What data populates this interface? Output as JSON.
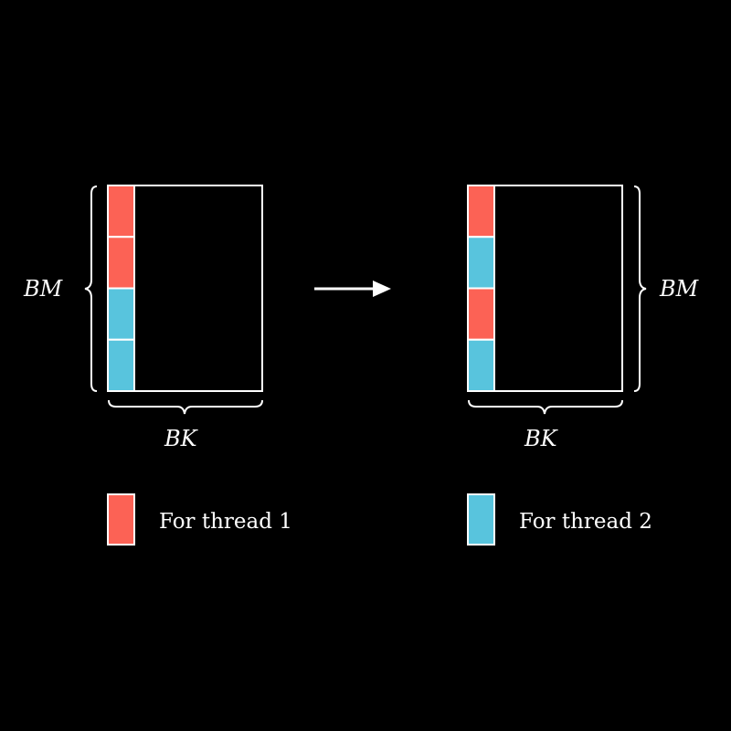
{
  "colors": {
    "thread1": "#FC6255",
    "thread2": "#58C4DD",
    "stroke": "#FFFFFF",
    "background": "#000000"
  },
  "left_block": {
    "row_label": "BM",
    "col_label": "BK",
    "cells": [
      "thread1",
      "thread1",
      "thread2",
      "thread2"
    ]
  },
  "right_block": {
    "row_label": "BM",
    "col_label": "BK",
    "cells": [
      "thread1",
      "thread2",
      "thread1",
      "thread2"
    ]
  },
  "legend": [
    {
      "color": "thread1",
      "label": "For thread 1"
    },
    {
      "color": "thread2",
      "label": "For thread 2"
    }
  ]
}
